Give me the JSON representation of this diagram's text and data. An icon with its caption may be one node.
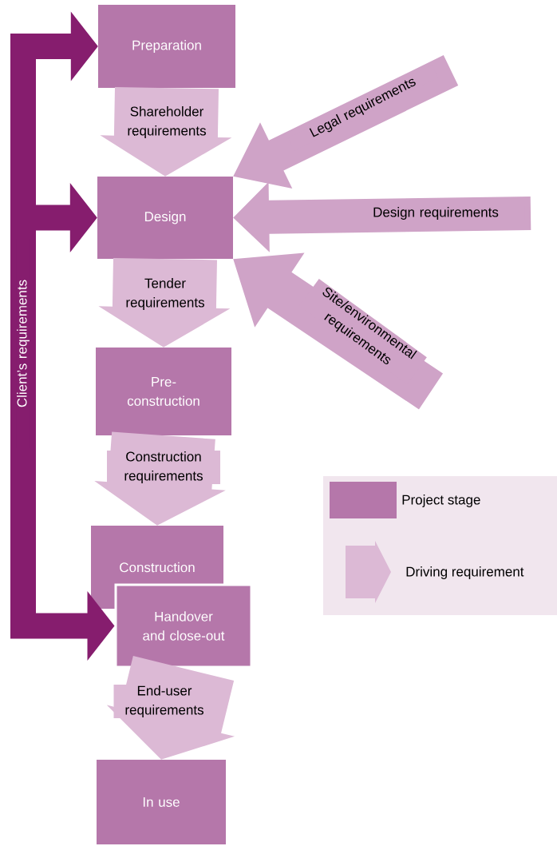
{
  "diagram": {
    "nodes": [
      {
        "text": [
          "Preparation"
        ]
      },
      {
        "text": [
          "Design"
        ]
      },
      {
        "text": [
          "Pre-construction"
        ]
      },
      {
        "text": [
          "Construction"
        ]
      },
      {
        "text": [
          "Handover and close-out"
        ]
      },
      {
        "text": [
          "In use"
        ]
      }
    ],
    "edges": [
      {
        "from": 0,
        "to": 1,
        "arrow": "to",
        "label": "Shareholder requirements",
        "style": "thick"
      },
      {
        "from": 1,
        "to": 2,
        "arrow": "to",
        "label": "Tender requirements",
        "style": "thick"
      },
      {
        "from": 2,
        "to": 3,
        "arrow": "to",
        "label": "Construction requirements",
        "style": "thick"
      },
      {
        "from": 4,
        "to": 5,
        "arrow": "to",
        "label": "End-user requirements",
        "style": "thick"
      },
      {
        "from": null,
        "to": 1,
        "arrow": "to",
        "label": "Legal requirements",
        "style": "thick",
        "color": "#cfa3c7"
      },
      {
        "from": null,
        "to": 1,
        "arrow": "to",
        "label": "Design requirements",
        "style": "thick",
        "color": "#cfa3c7"
      },
      {
        "from": null,
        "to": 1,
        "arrow": "to",
        "label": "Site/environmental requirements",
        "style": "thick",
        "color": "#cfa3c7"
      },
      {
        "from": null,
        "to": 0,
        "arrow": "to",
        "style": "thick",
        "color": "#861d6e"
      },
      {
        "from": null,
        "to": 1,
        "arrow": "to",
        "style": "thick",
        "color": "#861d6e"
      },
      {
        "from": null,
        "to": 4,
        "arrow": "to",
        "label": "Client’s requirements",
        "style": "thick",
        "color": "#861d6e"
      }
    ],
    "legend": [
      {
        "text": "Project stage",
        "color": "#b577aa"
      },
      {
        "text": "Driving requirement"
      }
    ]
  }
}
